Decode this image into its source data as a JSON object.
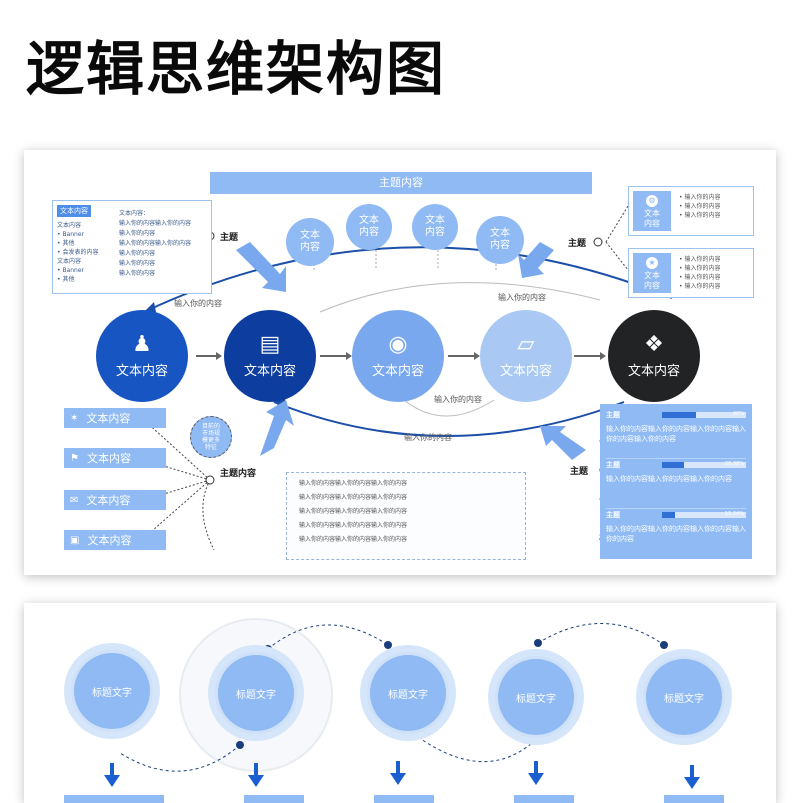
{
  "page_title": "逻辑思维架构图",
  "slide1": {
    "banner": "主题内容",
    "legend": {
      "head": "文本内容",
      "left_title1": "文本内容",
      "left_items1": [
        "• Banner",
        "• 其他",
        "• 会发表的内容"
      ],
      "left_title2": "文本内容",
      "left_items2": [
        "• Banner",
        "• 其他"
      ],
      "right_title": "文本内容：",
      "right_items": [
        "输入你的内容输入你的内容",
        "输入你的内容",
        "输入你的内容输入你的内容",
        "输入你的内容",
        "输入你的内容",
        "输入你的内容"
      ]
    },
    "small_circles": [
      "文本\n内容",
      "文本\n内容",
      "文本\n内容",
      "文本\n内容"
    ],
    "topic_labels": {
      "left": "主题",
      "right_top": "主题",
      "bottom_left": "主题内容",
      "right_bottom": "主题"
    },
    "flow_labels": {
      "top_left": "输入你的内容",
      "top_right": "输入你的内容",
      "mid": "输入你的内容",
      "bottom": "输入你的内容"
    },
    "big_circles": [
      {
        "label": "文本内容",
        "icon": "user-icon",
        "color": "#1755c2"
      },
      {
        "label": "文本内容",
        "icon": "document-icon",
        "color": "#0d3d9e"
      },
      {
        "label": "文本内容",
        "icon": "lightbulb-icon",
        "color": "#7aa8ee"
      },
      {
        "label": "文本内容",
        "icon": "cube-icon",
        "color": "#a9c9f4"
      },
      {
        "label": "文本内容",
        "icon": "dropbox-icon",
        "color": "#222324"
      }
    ],
    "side_buttons": [
      {
        "label": "文本内容",
        "icon": "network-icon"
      },
      {
        "label": "文本内容",
        "icon": "flag-icon"
      },
      {
        "label": "文本内容",
        "icon": "chat-icon"
      },
      {
        "label": "文本内容",
        "icon": "photo-icon"
      }
    ],
    "small_note": "目前的\n市场规\n模更多\n特征",
    "box_list": [
      "输入你的内容输入你的内容输入你的内容",
      "输入你的内容输入你的内容输入你的内容",
      "输入你的内容输入你的内容输入你的内容",
      "输入你的内容输入你的内容输入你的内容",
      "输入你的内容输入你的内容输入你的内容"
    ],
    "right_cards": [
      {
        "badge": "文本\n内容",
        "items": [
          "• 输入你的内容",
          "• 输入你的内容",
          "• 输入你的内容"
        ]
      },
      {
        "badge": "文本\n内容",
        "items": [
          "• 输入你的内容",
          "• 输入你的内容",
          "• 输入你的内容",
          "• 输入你的内容"
        ]
      }
    ],
    "stats": [
      {
        "title": "主题",
        "percent": "40%",
        "level": 0.4,
        "text": "输入你的内容输入你的内容输入你的内容输入你的内容输入你的内容"
      },
      {
        "title": "主题",
        "percent": "26.38%",
        "level": 0.26,
        "text": "输入你的内容输入你的内容输入你的内容"
      },
      {
        "title": "主题",
        "percent": "15.24%",
        "level": 0.15,
        "text": "输入你的内容输入你的内容输入你的内容输入你的内容"
      }
    ]
  },
  "slide2": {
    "circles": [
      "标题文字",
      "标题文字",
      "标题文字",
      "标题文字",
      "标题文字"
    ]
  },
  "colors": {
    "accent": "#8fbaf3",
    "dark_blue": "#0d3d9e",
    "bg_card": "#ffffff"
  }
}
